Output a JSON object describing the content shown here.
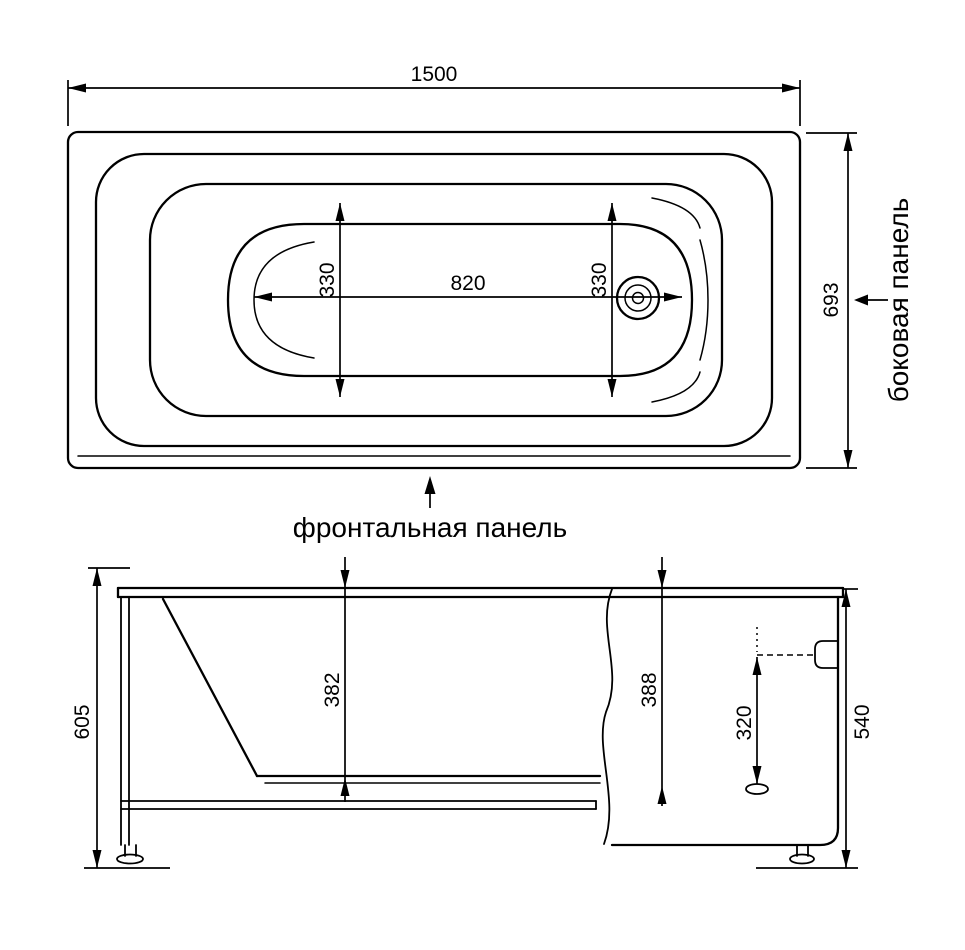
{
  "colors": {
    "ink": "#000000",
    "background": "#ffffff"
  },
  "top_view": {
    "dim_length": "1500",
    "dim_width": "693",
    "dim_inner_length": "820",
    "dim_inner_left": "330",
    "dim_inner_right": "330",
    "side_panel_label": "боковая панель",
    "front_panel_label": "фронтальная панель"
  },
  "side_view": {
    "dim_total_height": "605",
    "dim_inner_depth": "382",
    "dim_rear_depth": "388",
    "dim_overflow_to_drain": "320",
    "dim_panel_height": "540"
  }
}
